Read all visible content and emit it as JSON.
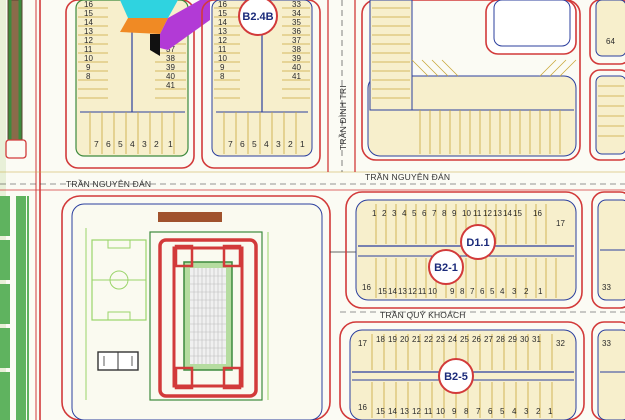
{
  "streets": {
    "tran_nguyen_dan_left": "TRẦN NGUYÊN ĐÁN",
    "tran_nguyen_dan_right": "TRẦN NGUYÊN ĐÁN",
    "tran_dinh_tri": "TRẦN ĐÌNH TRI",
    "tran_quy_khoach": "TRẦN QUÝ KHOÁCH"
  },
  "blocks": {
    "b24b": "B2.4B",
    "d11": "D1.1",
    "b21": "B2-1",
    "b25": "B2-5"
  },
  "lot_numbers": {
    "block_a_left_column": [
      "16",
      "15",
      "14",
      "13",
      "12",
      "11",
      "10",
      "9",
      "8"
    ],
    "block_a_right_column": [
      "37",
      "38",
      "39",
      "40",
      "41"
    ],
    "block_a_bottom": [
      "7",
      "6",
      "5",
      "4",
      "3",
      "2",
      "1"
    ],
    "block_b_left_column": [
      "16",
      "15",
      "14",
      "13",
      "12",
      "11",
      "10",
      "9",
      "8"
    ],
    "block_b_right_column": [
      "33",
      "34",
      "35",
      "36",
      "37",
      "38",
      "39",
      "40",
      "41"
    ],
    "block_b_bottom": [
      "7",
      "6",
      "5",
      "4",
      "3",
      "2",
      "1"
    ],
    "b21_top": [
      "1",
      "2",
      "3",
      "4",
      "5",
      "6",
      "7",
      "8",
      "9",
      "10",
      "11",
      "12",
      "13",
      "14",
      "15",
      "16",
      "17"
    ],
    "b21_bottom": [
      "16",
      "15",
      "14",
      "13",
      "12",
      "11",
      "10",
      "9",
      "8",
      "7",
      "6",
      "5",
      "4",
      "3",
      "2",
      "1"
    ],
    "b25_top": [
      "17",
      "18",
      "19",
      "20",
      "21",
      "22",
      "23",
      "24",
      "25",
      "26",
      "27",
      "28",
      "29",
      "30",
      "31",
      "32"
    ],
    "b25_bottom": [
      "16",
      "15",
      "14",
      "13",
      "12",
      "11",
      "10",
      "9",
      "8",
      "7",
      "6",
      "5",
      "4",
      "3",
      "2",
      "1"
    ],
    "far_right": [
      "17",
      "64",
      "33",
      "33"
    ]
  },
  "colors": {
    "road_outline": "#d23a3a",
    "lot_fill": "#f7e9b4",
    "lot_lines": "#c9a83b",
    "block_border": "#2b3f9e",
    "green": "#5fb35f",
    "building_purple": "#b23ad6",
    "building_orange": "#f08a24",
    "building_cyan": "#2fd3e0"
  }
}
